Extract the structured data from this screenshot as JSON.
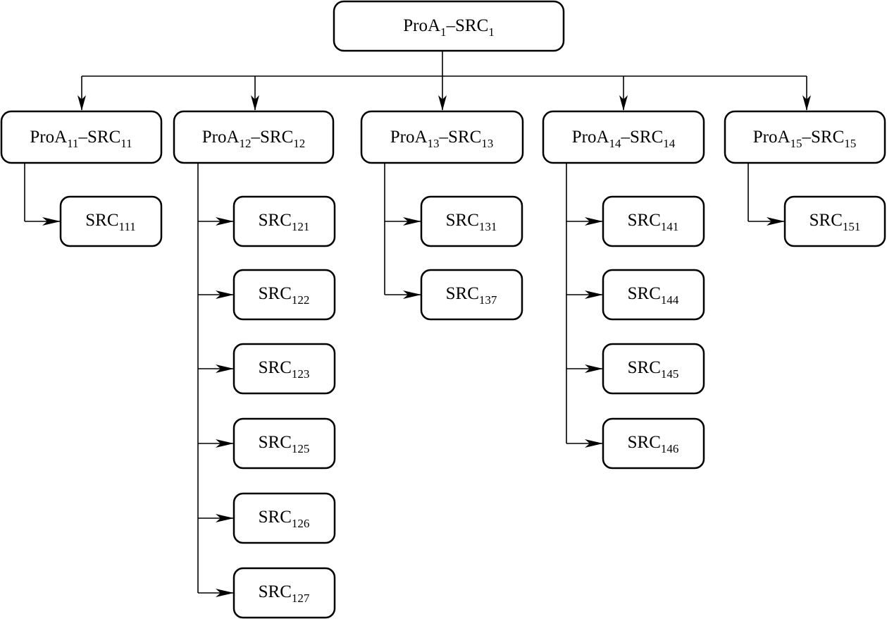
{
  "diagram": {
    "root": {
      "id": "root",
      "base": "ProA",
      "sub": "1",
      "mid": "–SRC",
      "sub2": "1"
    },
    "branches": [
      {
        "node": {
          "id": "b11",
          "base": "ProA",
          "sub": "11",
          "mid": "–SRC",
          "sub2": "11"
        },
        "children": [
          {
            "id": "c111",
            "base": "SRC",
            "sub": "111"
          }
        ]
      },
      {
        "node": {
          "id": "b12",
          "base": "ProA",
          "sub": "12",
          "mid": "–SRC",
          "sub2": "12"
        },
        "children": [
          {
            "id": "c121",
            "base": "SRC",
            "sub": "121"
          },
          {
            "id": "c122",
            "base": "SRC",
            "sub": "122"
          },
          {
            "id": "c123",
            "base": "SRC",
            "sub": "123"
          },
          {
            "id": "c125",
            "base": "SRC",
            "sub": "125"
          },
          {
            "id": "c126",
            "base": "SRC",
            "sub": "126"
          },
          {
            "id": "c127",
            "base": "SRC",
            "sub": "127"
          }
        ]
      },
      {
        "node": {
          "id": "b13",
          "base": "ProA",
          "sub": "13",
          "mid": "–SRC",
          "sub2": "13"
        },
        "children": [
          {
            "id": "c131",
            "base": "SRC",
            "sub": "131"
          },
          {
            "id": "c137",
            "base": "SRC",
            "sub": "137"
          }
        ]
      },
      {
        "node": {
          "id": "b14",
          "base": "ProA",
          "sub": "14",
          "mid": "–SRC",
          "sub2": "14"
        },
        "children": [
          {
            "id": "c141",
            "base": "SRC",
            "sub": "141"
          },
          {
            "id": "c144",
            "base": "SRC",
            "sub": "144"
          },
          {
            "id": "c145",
            "base": "SRC",
            "sub": "145"
          },
          {
            "id": "c146",
            "base": "SRC",
            "sub": "146"
          }
        ]
      },
      {
        "node": {
          "id": "b15",
          "base": "ProA",
          "sub": "15",
          "mid": "–SRC",
          "sub2": "15"
        },
        "children": [
          {
            "id": "c151",
            "base": "SRC",
            "sub": "151"
          }
        ]
      }
    ]
  },
  "colors": {
    "stroke": "#000000",
    "background": "#ffffff"
  }
}
